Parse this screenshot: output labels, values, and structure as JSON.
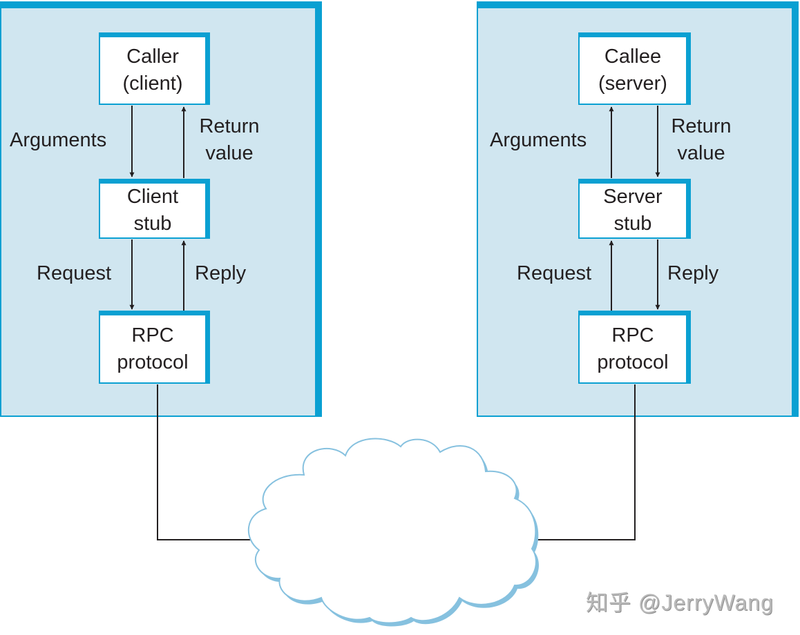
{
  "colors": {
    "panel_fill": "#d0e6f0",
    "accent_blue": "#0aa0d2",
    "cloud_outline": "#86c1df",
    "line": "#231f20",
    "watermark": "#b9b9b9"
  },
  "client": {
    "caller": [
      "Caller",
      "(client)"
    ],
    "stub": [
      "Client",
      "stub"
    ],
    "protocol": [
      "RPC",
      "protocol"
    ],
    "arguments_label": "Arguments",
    "return_label": [
      "Return",
      "value"
    ],
    "request_label": "Request",
    "reply_label": "Reply"
  },
  "server": {
    "callee": [
      "Callee",
      "(server)"
    ],
    "stub": [
      "Server",
      "stub"
    ],
    "protocol": [
      "RPC",
      "protocol"
    ],
    "arguments_label": "Arguments",
    "return_label": [
      "Return",
      "value"
    ],
    "request_label": "Request",
    "reply_label": "Reply"
  },
  "network": {
    "shape": "cloud-icon"
  },
  "watermark": "知乎 @JerryWang"
}
